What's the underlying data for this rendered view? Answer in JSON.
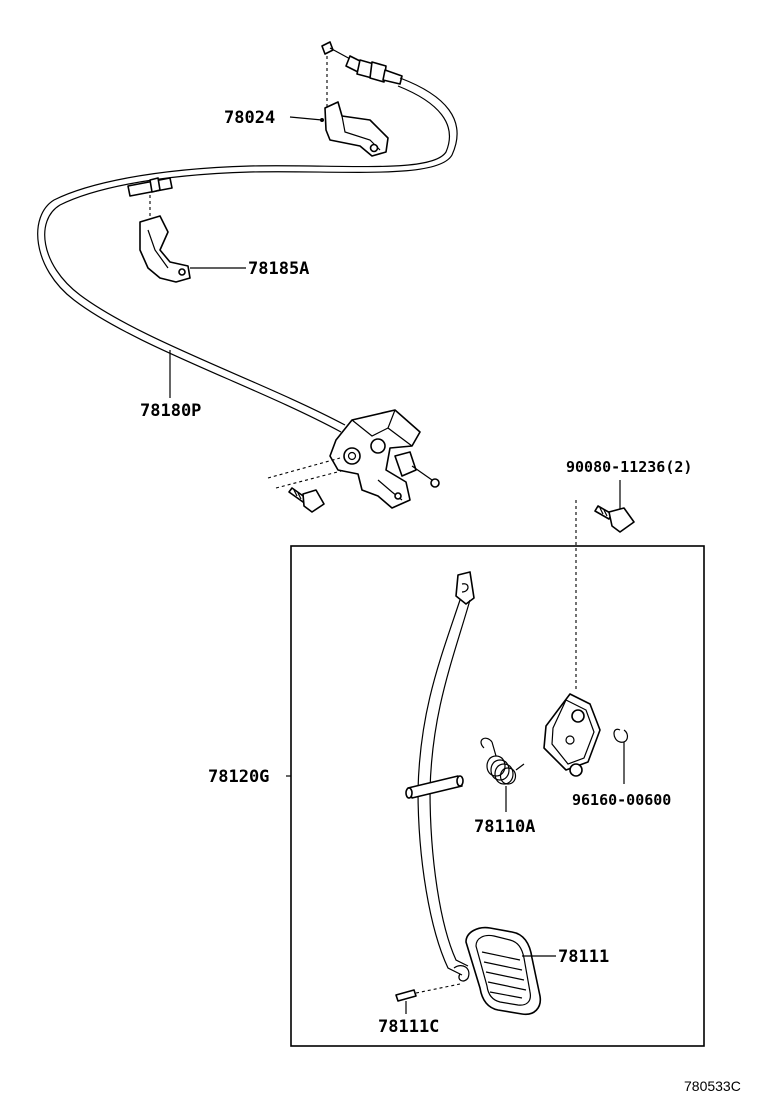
{
  "labels": {
    "p78024": "78024",
    "p78185a": "78185A",
    "p78180p": "78180P",
    "p90080": "90080-11236(2)",
    "p78120g": "78120G",
    "p78110a": "78110A",
    "p96160": "96160-00600",
    "p78111": "78111",
    "p78111c": "78111C"
  },
  "diagram_code": "780533C"
}
